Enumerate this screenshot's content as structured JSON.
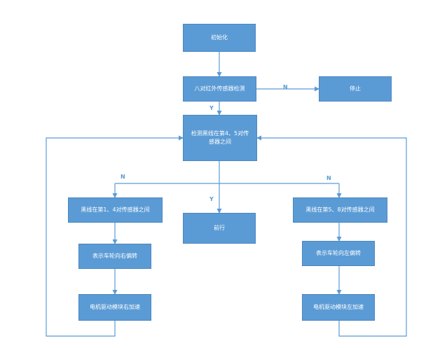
{
  "nodes": {
    "init": "初始化",
    "detect": "八对红外传感器检测",
    "stop": "停止",
    "check45": [
      "检测黑线在第4、5对传",
      "感器之间"
    ],
    "left14": "黑线在第1、4对传感器之间",
    "forward": "前行",
    "right58": "黑线在第5、8对传感器之间",
    "bias_right": "表示车轮向右偏转",
    "bias_left": "表示车轮向左偏转",
    "motor_right": "电机驱动模块右加速",
    "motor_left": "电机驱动模块左加速"
  },
  "labels": {
    "n_stop": "N",
    "y_check": "Y",
    "n_left": "N",
    "y_forward": "Y",
    "n_right": "N"
  },
  "colors": {
    "box_fill": "#5b9bd5",
    "box_border": "#4a86c0",
    "connector": "#5b9bd5",
    "text": "#ffffff"
  }
}
